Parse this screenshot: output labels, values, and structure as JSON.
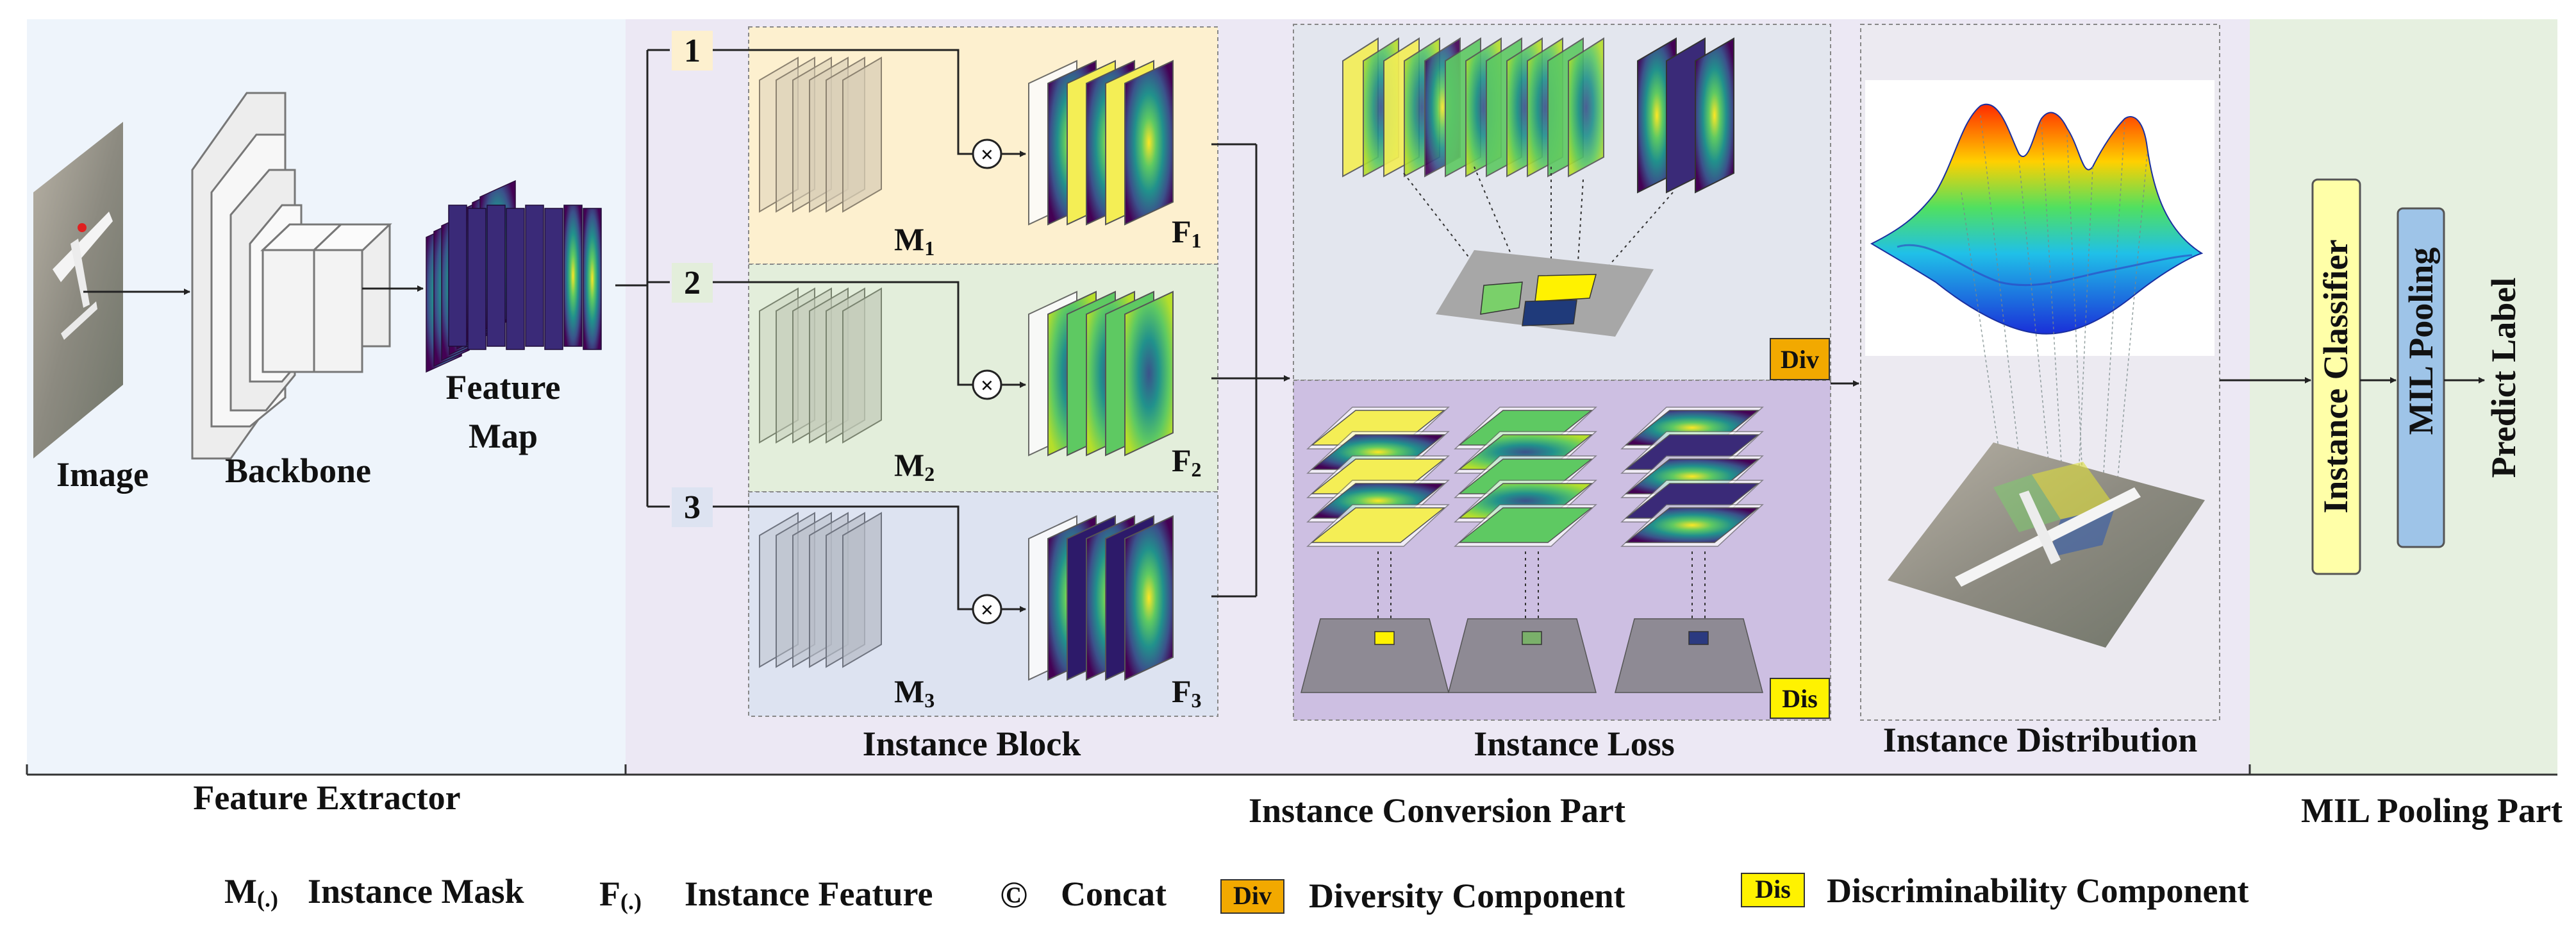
{
  "sections": {
    "feature_extractor": "Feature Extractor",
    "instance_conversion": "Instance Conversion Part",
    "mil_pooling": "MIL Pooling Part"
  },
  "extractor": {
    "image_label": "Image",
    "backbone_label": "Backbone",
    "feature_map_line1": "Feature",
    "feature_map_line2": "Map"
  },
  "instance_block": {
    "title": "Instance Block",
    "branches": [
      {
        "number": "1",
        "mask": "M",
        "mask_sub": "1",
        "feature": "F",
        "feature_sub": "1"
      },
      {
        "number": "2",
        "mask": "M",
        "mask_sub": "2",
        "feature": "F",
        "feature_sub": "2"
      },
      {
        "number": "3",
        "mask": "M",
        "mask_sub": "3",
        "feature": "F",
        "feature_sub": "3"
      }
    ],
    "multiply_symbol": "×"
  },
  "instance_loss": {
    "title": "Instance Loss",
    "div_badge": "Div",
    "dis_badge": "Dis"
  },
  "instance_distribution": {
    "title": "Instance Distribution"
  },
  "mil": {
    "classifier": "Instance Classifier",
    "pooling": "MIL Pooling",
    "predict": "Predict Label"
  },
  "legend": {
    "mask_symbol": "M",
    "mask_sub": "(.)",
    "mask_label": "Instance Mask",
    "feature_symbol": "F",
    "feature_sub": "(.)",
    "feature_label": "Instance Feature",
    "concat_symbol": "©",
    "concat_label": "Concat",
    "div_badge": "Div",
    "div_label": "Diversity Component",
    "dis_badge": "Dis",
    "dis_label": "Discriminability Component"
  },
  "colors": {
    "extractor_bg": "#eef4fb",
    "conversion_bg": "#ece8f4",
    "mil_bg": "#e6f0e0",
    "branch1_bg": "#fdf0cf",
    "branch2_bg": "#e3eedb",
    "branch3_bg": "#dde3f1",
    "loss_top_bg": "#e3e6ee",
    "loss_bottom_bg": "#cdbfe2",
    "div_badge": "#f2a900",
    "dis_badge": "#fff200",
    "classifier_box": "#ffffa8",
    "pooling_box": "#9ec4e8"
  }
}
